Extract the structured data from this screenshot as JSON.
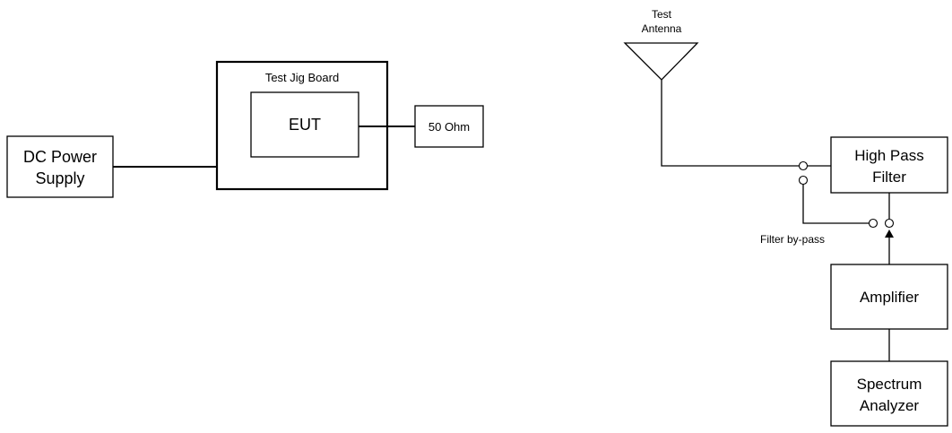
{
  "left_setup": {
    "dc_power_supply": {
      "line1": "DC Power",
      "line2": "Supply"
    },
    "test_jig_board": {
      "label": "Test Jig Board"
    },
    "eut": {
      "label": "EUT"
    },
    "load": {
      "label": "50 Ohm"
    }
  },
  "right_setup": {
    "test_antenna": {
      "line1": "Test",
      "line2": "Antenna"
    },
    "high_pass_filter": {
      "line1": "High Pass",
      "line2": "Filter"
    },
    "filter_bypass": {
      "label": "Filter by-pass"
    },
    "amplifier": {
      "label": "Amplifier"
    },
    "spectrum_analyzer": {
      "line1": "Spectrum",
      "line2": "Analyzer"
    }
  }
}
